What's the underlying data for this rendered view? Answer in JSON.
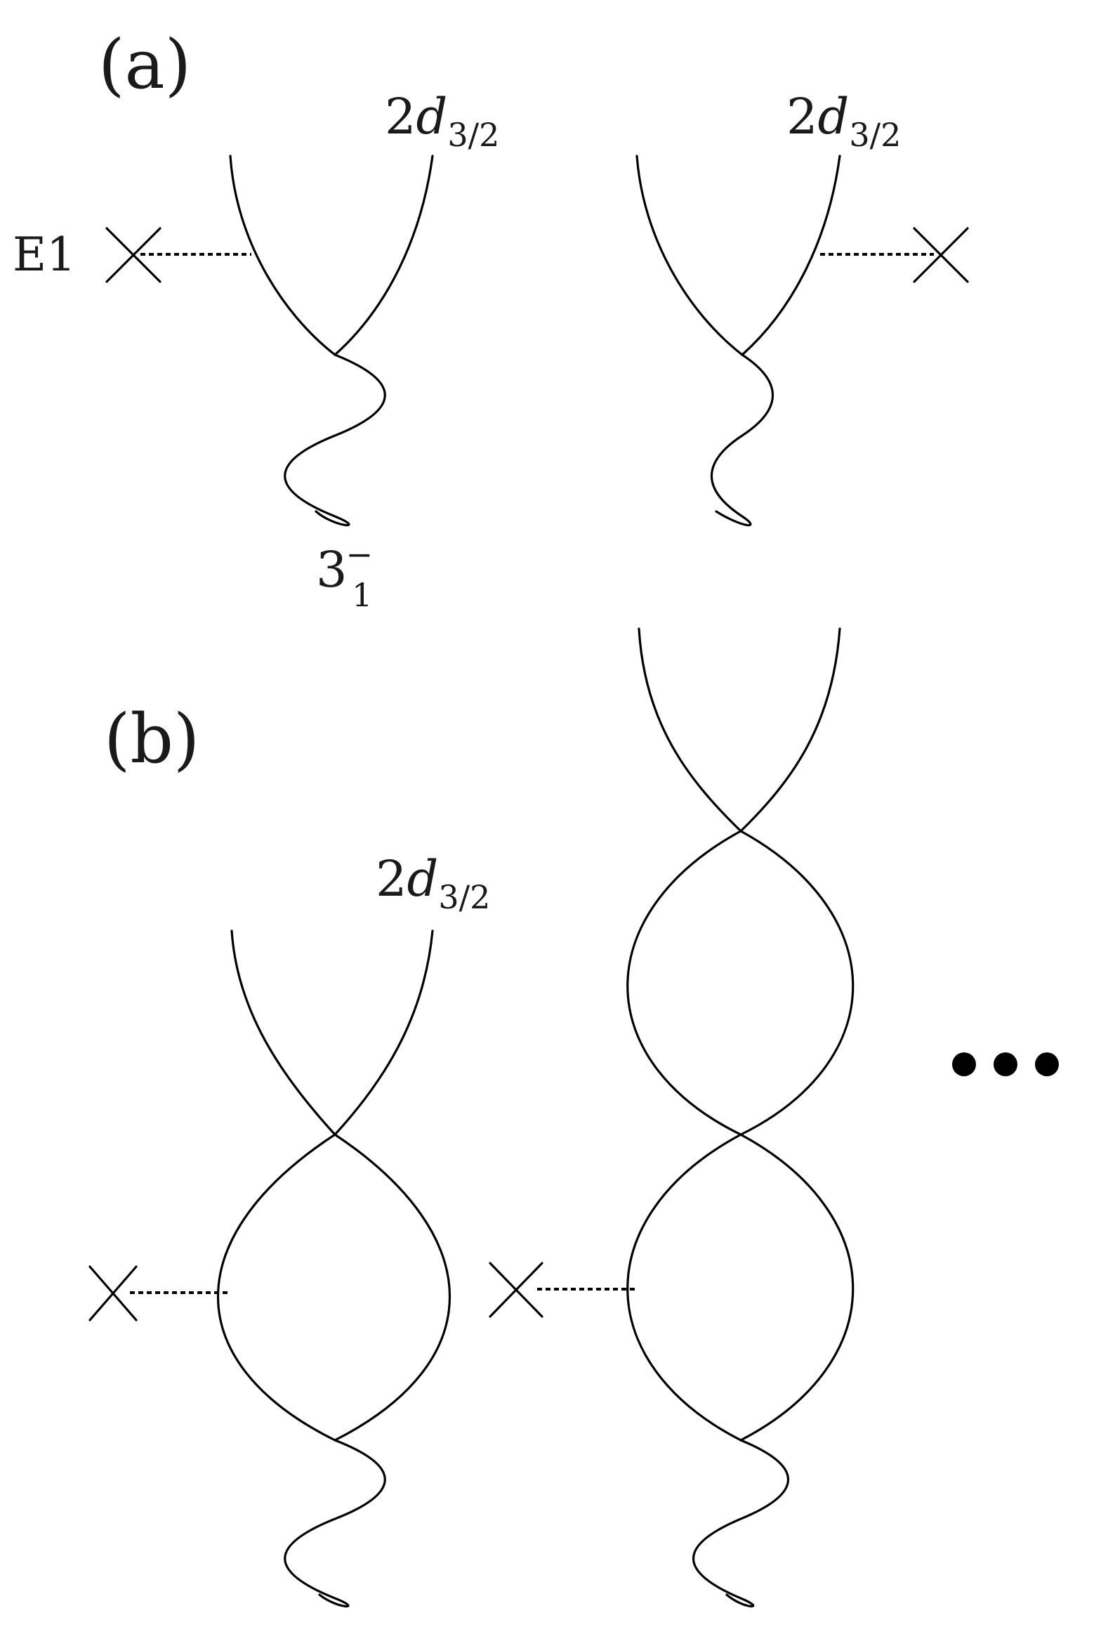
{
  "panels": {
    "a": "(a)",
    "b": "(b)"
  },
  "labels": {
    "level_main": "2",
    "level_italic": "d",
    "level_sub": "3/2",
    "e1": "E1",
    "phonon_main": "3",
    "phonon_sub": "1",
    "phonon_sup": "−"
  },
  "continuation": "•••"
}
